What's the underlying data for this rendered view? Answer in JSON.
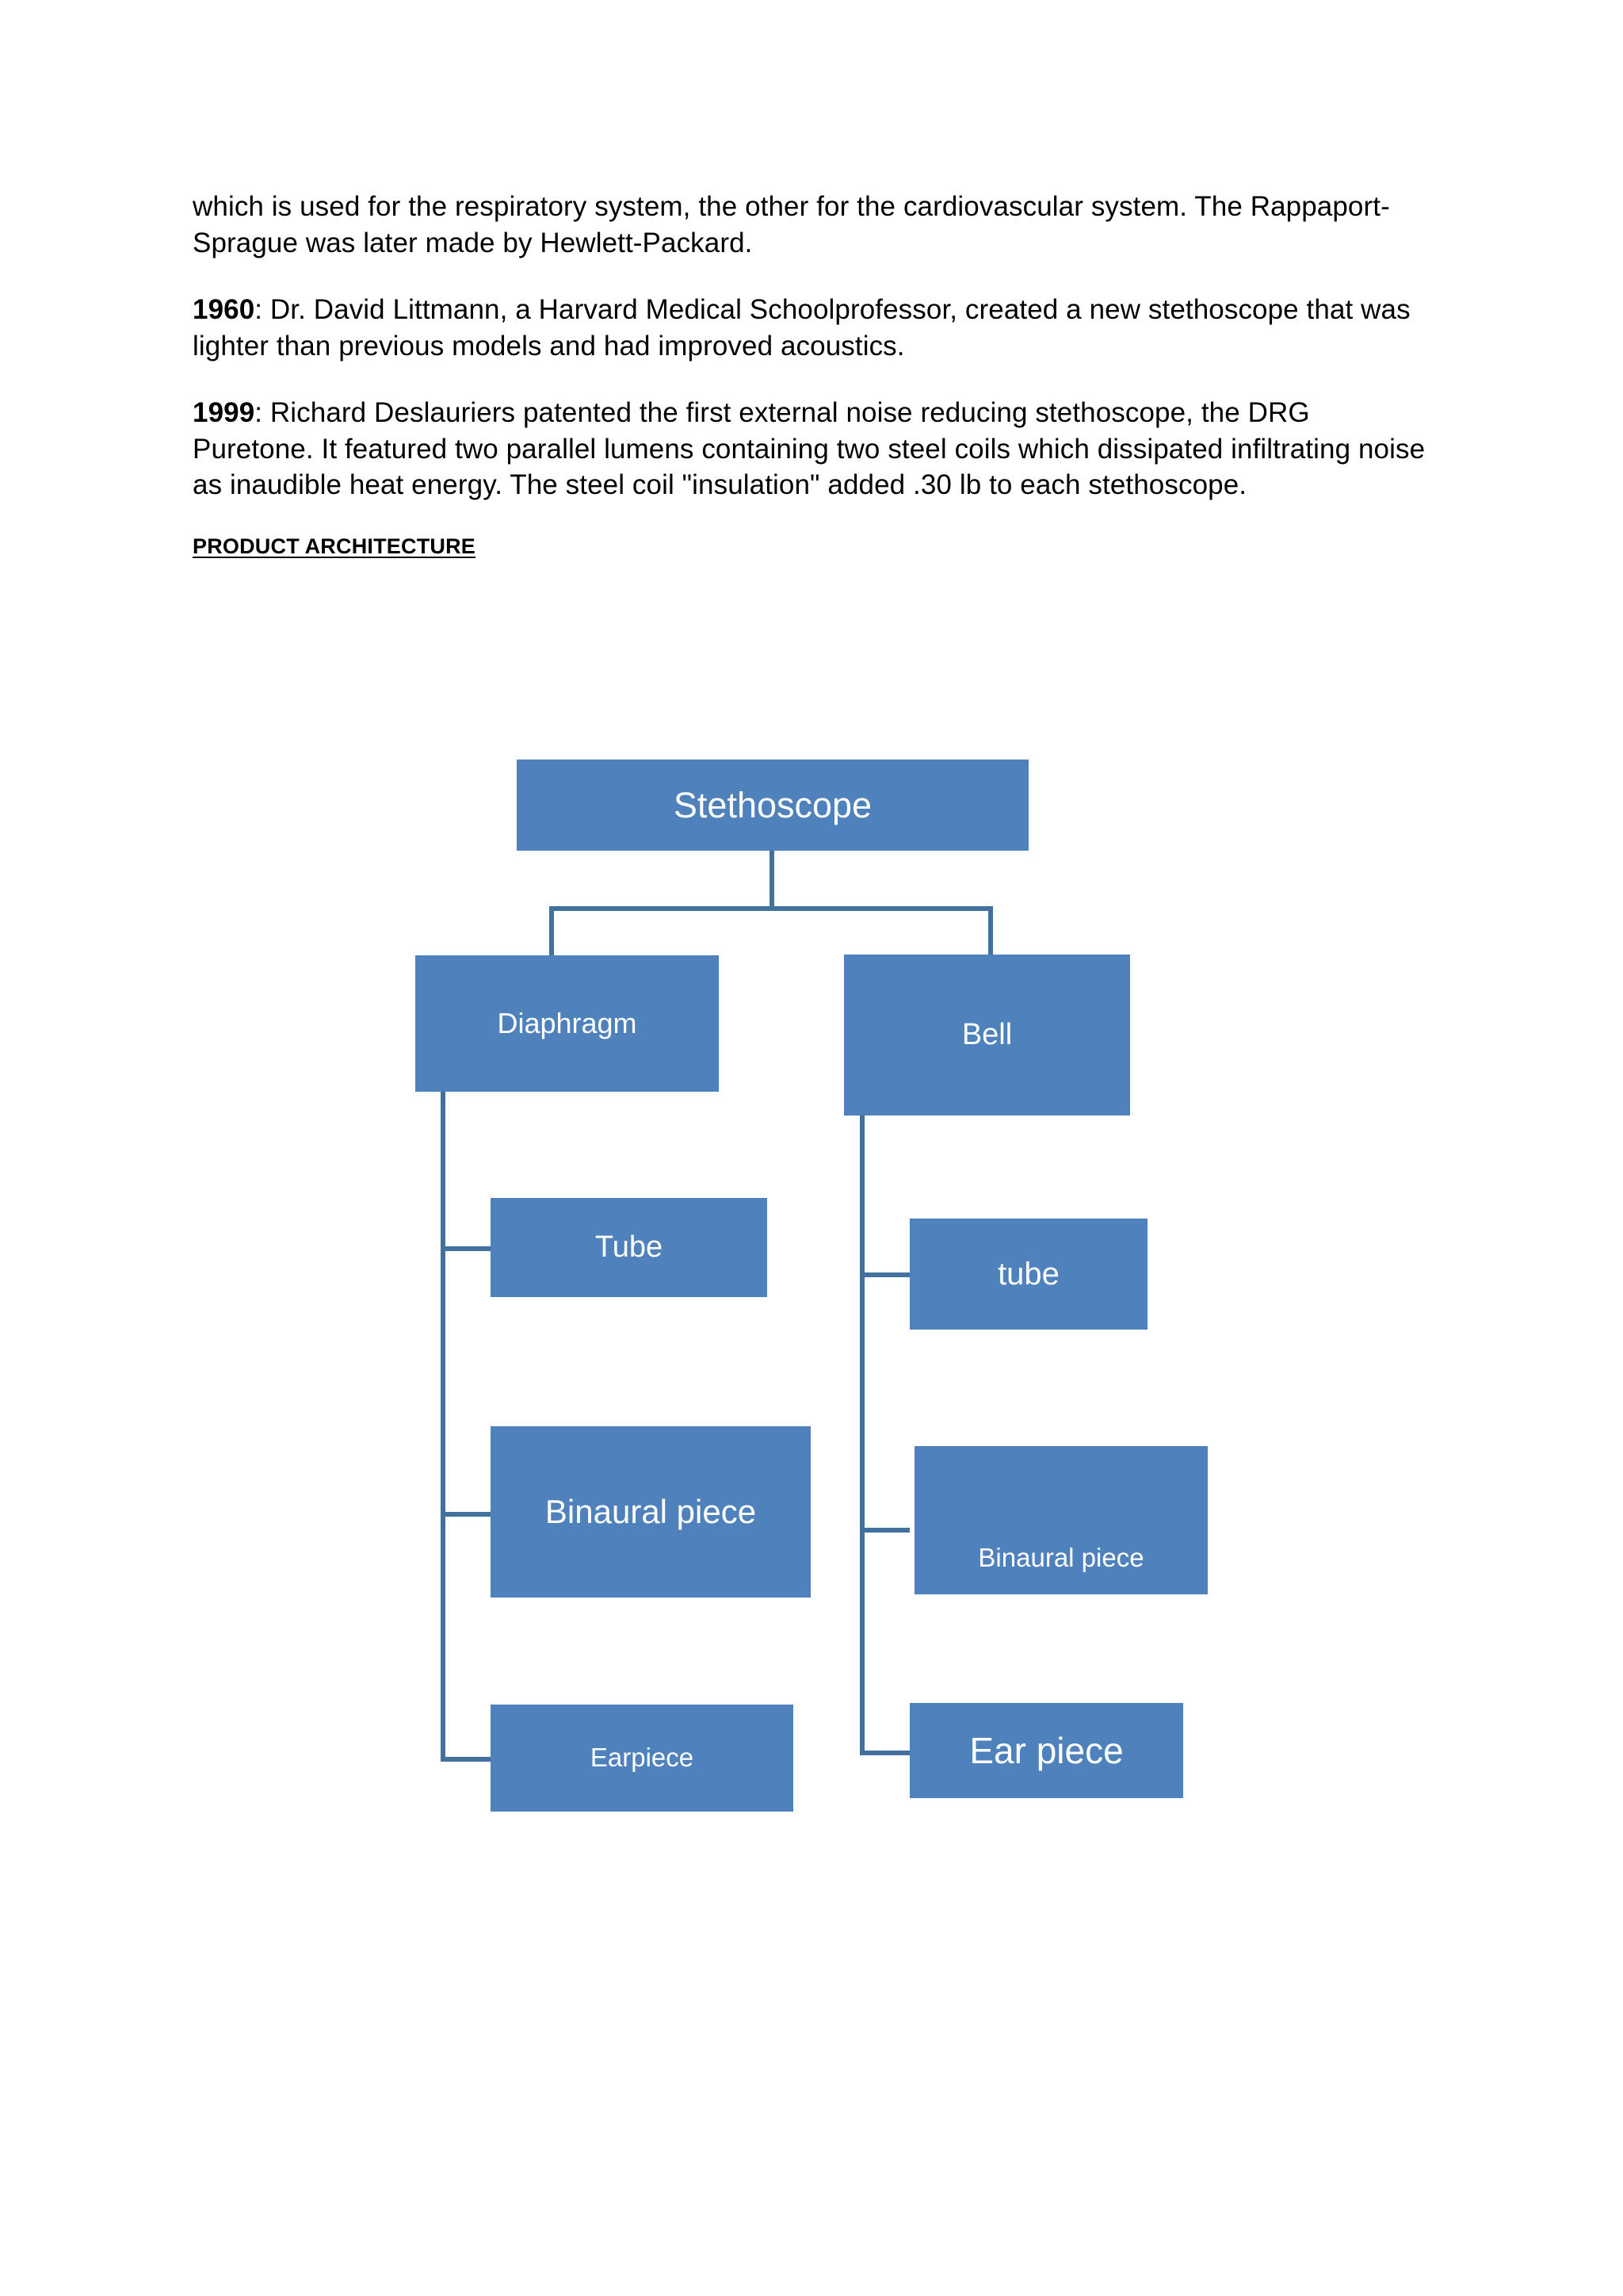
{
  "document": {
    "paragraphs": [
      {
        "id": "para-continuation",
        "lead": "",
        "text": "which is used for the respiratory system, the other for the cardiovascular system. The Rappaport-Sprague was later made by Hewlett-Packard."
      },
      {
        "id": "para-1960",
        "lead": "1960",
        "text": ": Dr. David Littmann, a Harvard Medical Schoolprofessor, created a new stethoscope that was lighter than previous models and had improved acoustics."
      },
      {
        "id": "para-1999",
        "lead": "1999",
        "text": ": Richard Deslauriers patented the first external noise reducing stethoscope, the DRG Puretone. It featured two parallel lumens containing two steel coils which dissipated infiltrating noise as inaudible heat energy. The steel coil \"insulation\" added .30 lb to each stethoscope."
      }
    ],
    "section_heading": "PRODUCT ARCHITECTURE"
  },
  "diagram": {
    "title": "Stethoscope product architecture tree",
    "colors": {
      "node_fill": "#4F81BD",
      "node_text": "#FFFFFF",
      "connector": "#41719C",
      "page_background": "#FFFFFF"
    },
    "nodes": {
      "root": {
        "label": "Stethoscope"
      },
      "branch_left": {
        "label": "Diaphragm"
      },
      "branch_right": {
        "label": "Bell"
      },
      "left_child_1": {
        "label": "Tube"
      },
      "left_child_2": {
        "label": "Binaural piece"
      },
      "left_child_3": {
        "label": "Earpiece"
      },
      "right_child_1": {
        "label": "tube"
      },
      "right_child_2": {
        "label": "Binaural piece"
      },
      "right_child_3": {
        "label": "Ear piece"
      }
    }
  }
}
